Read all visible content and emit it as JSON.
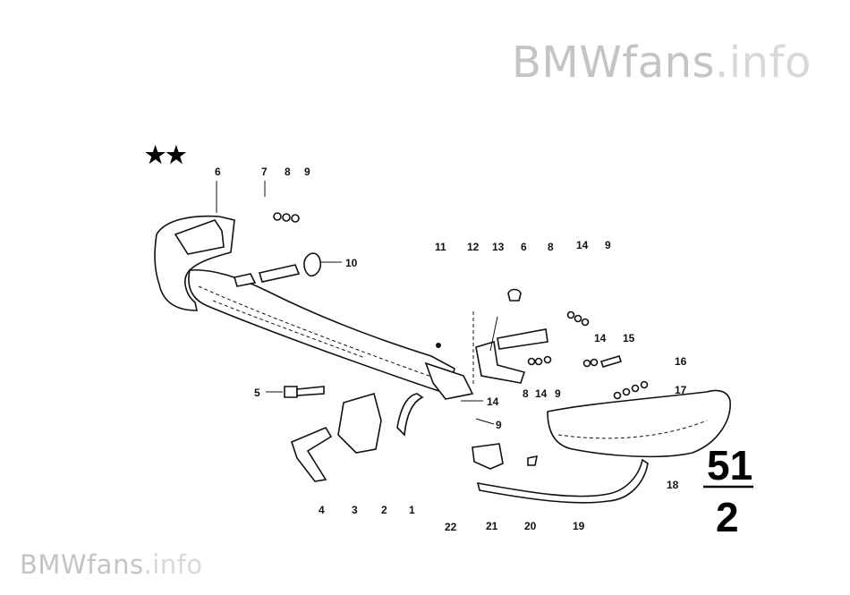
{
  "watermark": {
    "brand": "BMWfans",
    "suffix": ".info"
  },
  "marks": {
    "stars": "★★"
  },
  "section": {
    "group": "51",
    "sub": "2"
  },
  "callouts": [
    "6",
    "7",
    "8",
    "9",
    "10",
    "11",
    "12",
    "13",
    "6",
    "8",
    "14",
    "9",
    "14",
    "15",
    "16",
    "17",
    "5",
    "14",
    "9",
    "8",
    "14",
    "9",
    "18",
    "4",
    "3",
    "2",
    "1",
    "22",
    "21",
    "20",
    "19"
  ]
}
